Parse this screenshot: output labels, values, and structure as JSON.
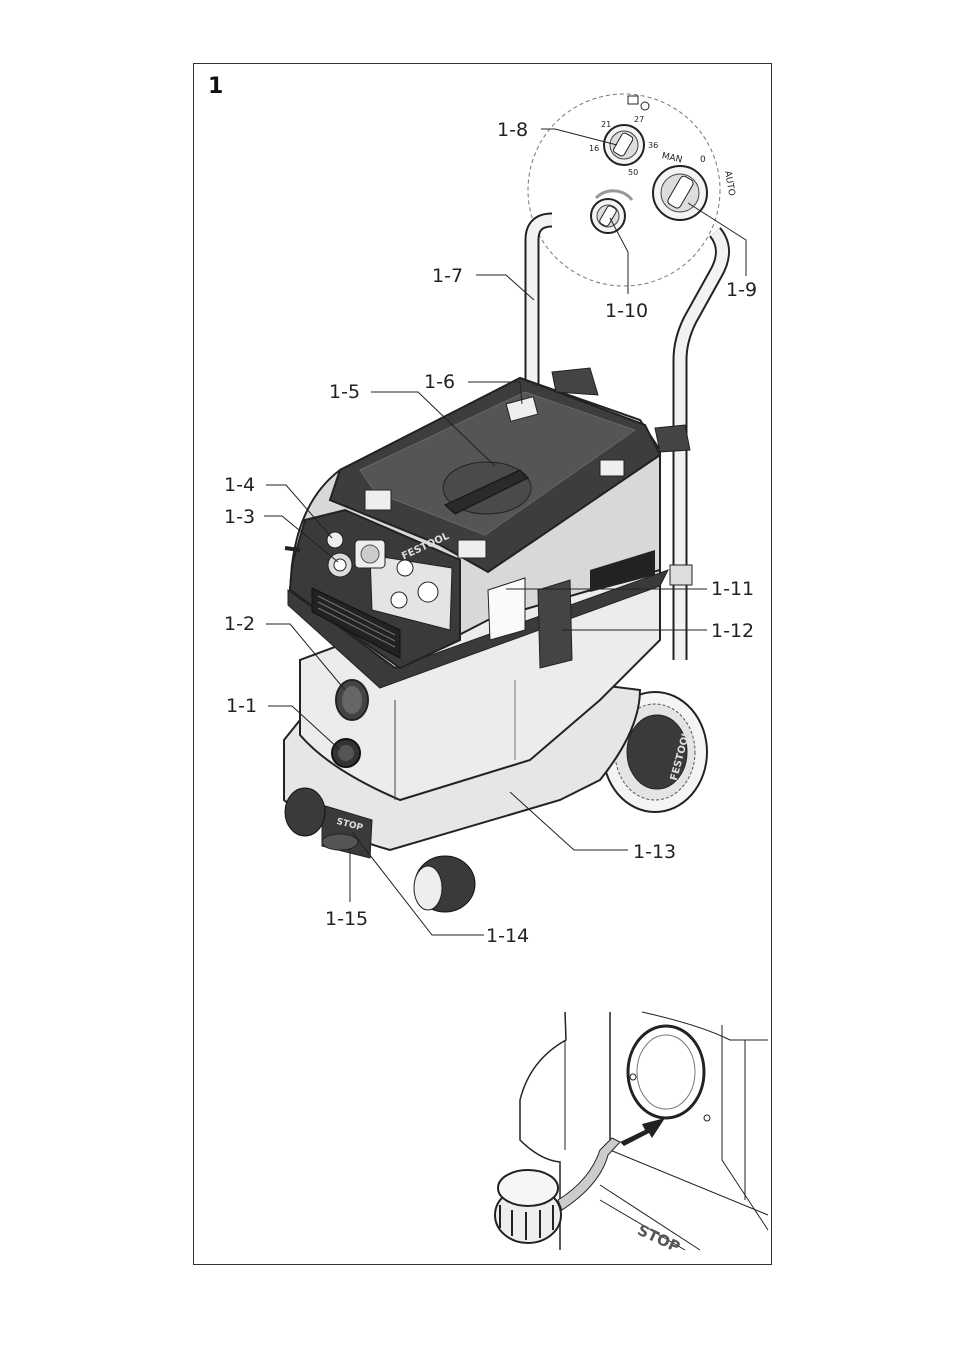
{
  "figure": {
    "number": "1"
  },
  "callouts": [
    {
      "id": "1-1",
      "label": "1-1"
    },
    {
      "id": "1-2",
      "label": "1-2"
    },
    {
      "id": "1-3",
      "label": "1-3"
    },
    {
      "id": "1-4",
      "label": "1-4"
    },
    {
      "id": "1-5",
      "label": "1-5"
    },
    {
      "id": "1-6",
      "label": "1-6"
    },
    {
      "id": "1-7",
      "label": "1-7"
    },
    {
      "id": "1-8",
      "label": "1-8"
    },
    {
      "id": "1-9",
      "label": "1-9"
    },
    {
      "id": "1-10",
      "label": "1-10"
    },
    {
      "id": "1-11",
      "label": "1-11"
    },
    {
      "id": "1-12",
      "label": "1-12"
    },
    {
      "id": "1-13",
      "label": "1-13"
    },
    {
      "id": "1-14",
      "label": "1-14"
    },
    {
      "id": "1-15",
      "label": "1-15"
    }
  ],
  "detail_dials": {
    "diameter_scale": [
      "21",
      "27",
      "16",
      "36",
      "50"
    ],
    "mode_labels": [
      "MAN",
      "0",
      "AUTO"
    ]
  },
  "brand_text": "FESTOOL",
  "stop_text": "STOP",
  "stop_text_detail": "STOP",
  "colors": {
    "line": "#222222",
    "body_light": "#e2e2e2",
    "body_dark": "#3a3a3a"
  }
}
